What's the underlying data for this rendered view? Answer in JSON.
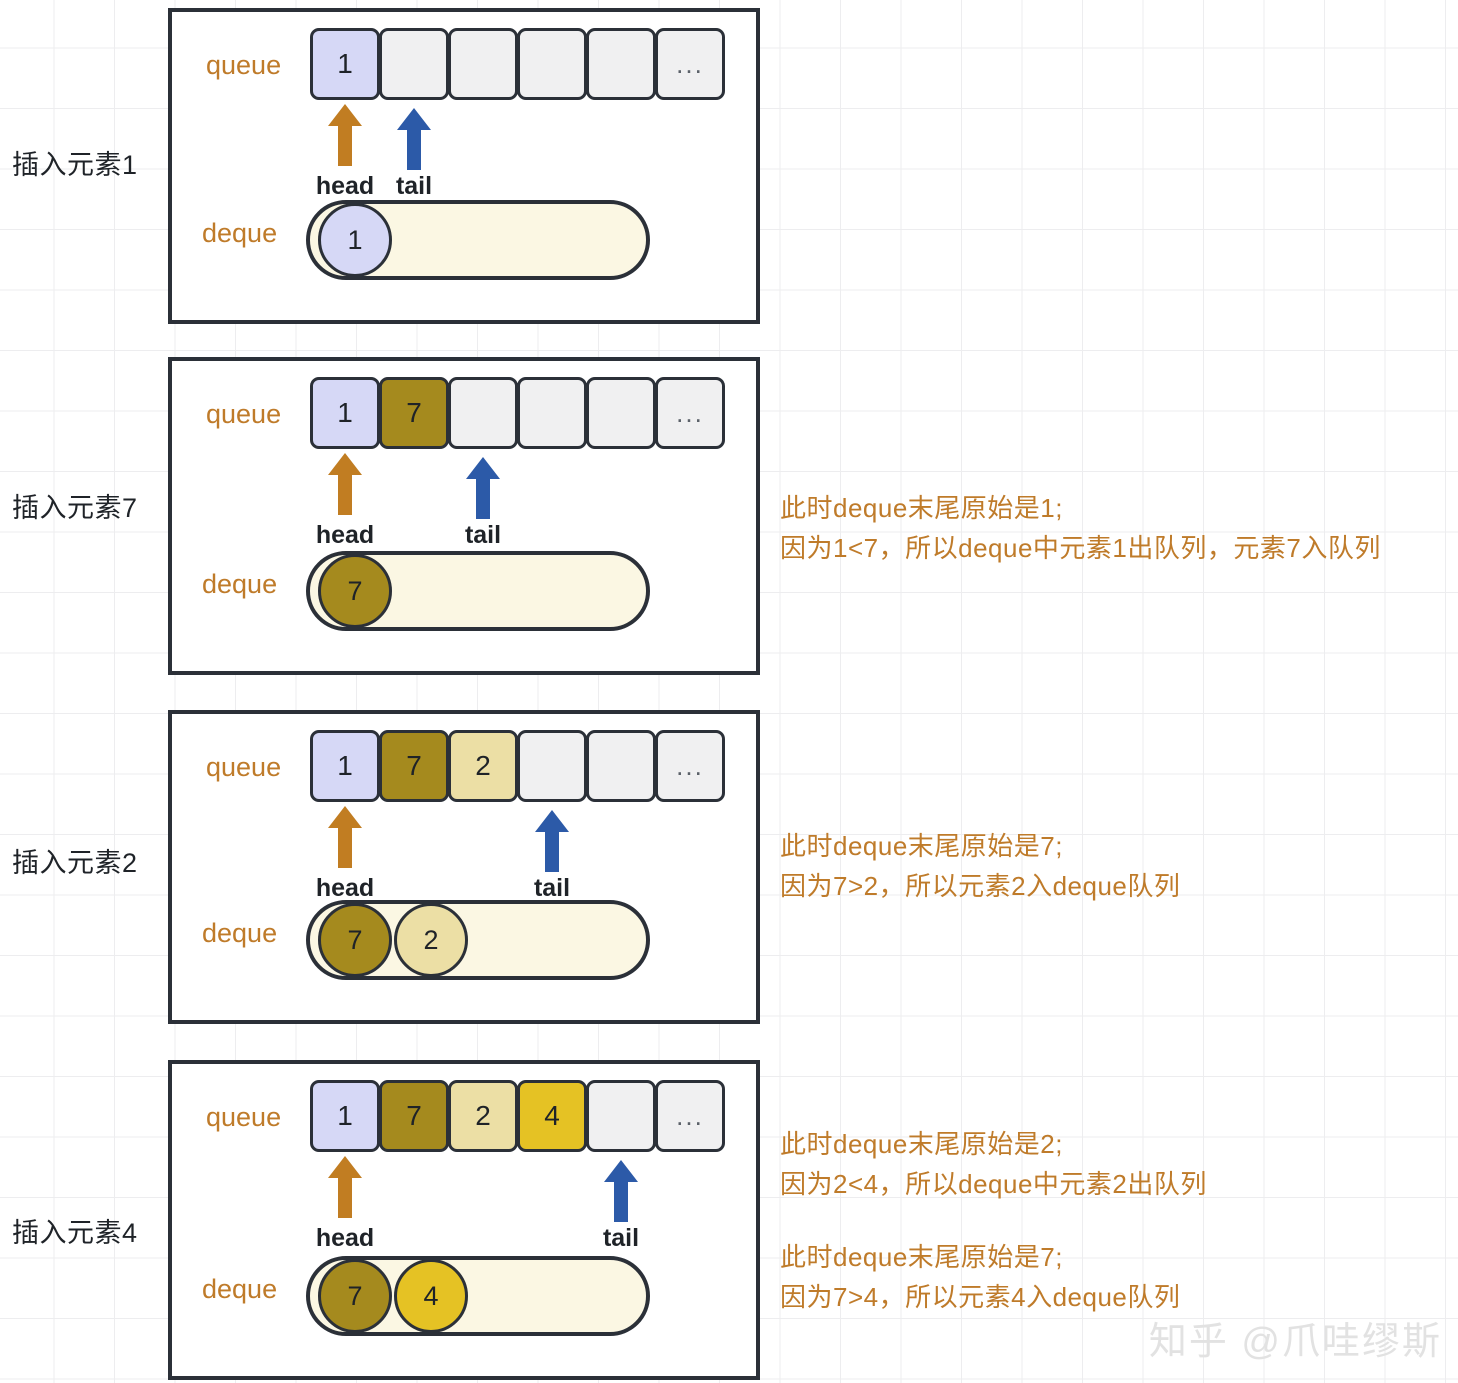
{
  "colors": {
    "accent_label": "#bf7b2a",
    "head_arrow": "#c17d22",
    "tail_arrow": "#2c5aa8",
    "panel_border": "#2b3038",
    "deque_fill": "#fbf7e3",
    "cell_empty": "#f0f0f1",
    "val_1": "#d6d8f6",
    "val_7": "#a58a1e",
    "val_2": "#ecdfa5",
    "val_4": "#e5c224",
    "note_text": "#bf7b2a",
    "watermark": "#e2e2e2"
  },
  "labels": {
    "queue": "queue",
    "deque": "deque",
    "head": "head",
    "tail": "tail",
    "ellipsis": "..."
  },
  "steps": [
    {
      "step_label": "插入元素1",
      "queue_cells": [
        {
          "value": "1",
          "fill": "#d6d8f6"
        },
        {
          "value": "",
          "fill": "#f0f0f1"
        },
        {
          "value": "",
          "fill": "#f0f0f1"
        },
        {
          "value": "",
          "fill": "#f0f0f1"
        },
        {
          "value": "",
          "fill": "#f0f0f1"
        },
        {
          "value": "...",
          "fill": "#f0f0f1"
        }
      ],
      "head_index": 0,
      "tail_index": 1,
      "deque_balls": [
        {
          "value": "1",
          "fill": "#d6d8f6"
        }
      ],
      "notes": []
    },
    {
      "step_label": "插入元素7",
      "queue_cells": [
        {
          "value": "1",
          "fill": "#d6d8f6"
        },
        {
          "value": "7",
          "fill": "#a58a1e"
        },
        {
          "value": "",
          "fill": "#f0f0f1"
        },
        {
          "value": "",
          "fill": "#f0f0f1"
        },
        {
          "value": "",
          "fill": "#f0f0f1"
        },
        {
          "value": "...",
          "fill": "#f0f0f1"
        }
      ],
      "head_index": 0,
      "tail_index": 2,
      "deque_balls": [
        {
          "value": "7",
          "fill": "#a58a1e"
        }
      ],
      "notes": [
        {
          "line1": "此时deque末尾原始是1;",
          "line2": "因为1<7，所以deque中元素1出队列，元素7入队列"
        }
      ]
    },
    {
      "step_label": "插入元素2",
      "queue_cells": [
        {
          "value": "1",
          "fill": "#d6d8f6"
        },
        {
          "value": "7",
          "fill": "#a58a1e"
        },
        {
          "value": "2",
          "fill": "#ecdfa5"
        },
        {
          "value": "",
          "fill": "#f0f0f1"
        },
        {
          "value": "",
          "fill": "#f0f0f1"
        },
        {
          "value": "...",
          "fill": "#f0f0f1"
        }
      ],
      "head_index": 0,
      "tail_index": 3,
      "deque_balls": [
        {
          "value": "7",
          "fill": "#a58a1e"
        },
        {
          "value": "2",
          "fill": "#ecdfa5"
        }
      ],
      "notes": [
        {
          "line1": "此时deque末尾原始是7;",
          "line2": "因为7>2，所以元素2入deque队列"
        }
      ]
    },
    {
      "step_label": "插入元素4",
      "queue_cells": [
        {
          "value": "1",
          "fill": "#d6d8f6"
        },
        {
          "value": "7",
          "fill": "#a58a1e"
        },
        {
          "value": "2",
          "fill": "#ecdfa5"
        },
        {
          "value": "4",
          "fill": "#e5c224"
        },
        {
          "value": "",
          "fill": "#f0f0f1"
        },
        {
          "value": "...",
          "fill": "#f0f0f1"
        }
      ],
      "head_index": 0,
      "tail_index": 4,
      "deque_balls": [
        {
          "value": "7",
          "fill": "#a58a1e"
        },
        {
          "value": "4",
          "fill": "#e5c224"
        }
      ],
      "notes": [
        {
          "line1": "此时deque末尾原始是2;",
          "line2": "因为2<4，所以deque中元素2出队列"
        },
        {
          "line1": "此时deque末尾原始是7;",
          "line2": "因为7>4，所以元素4入deque队列"
        }
      ]
    }
  ],
  "watermark": "知乎 @爪哇缪斯"
}
